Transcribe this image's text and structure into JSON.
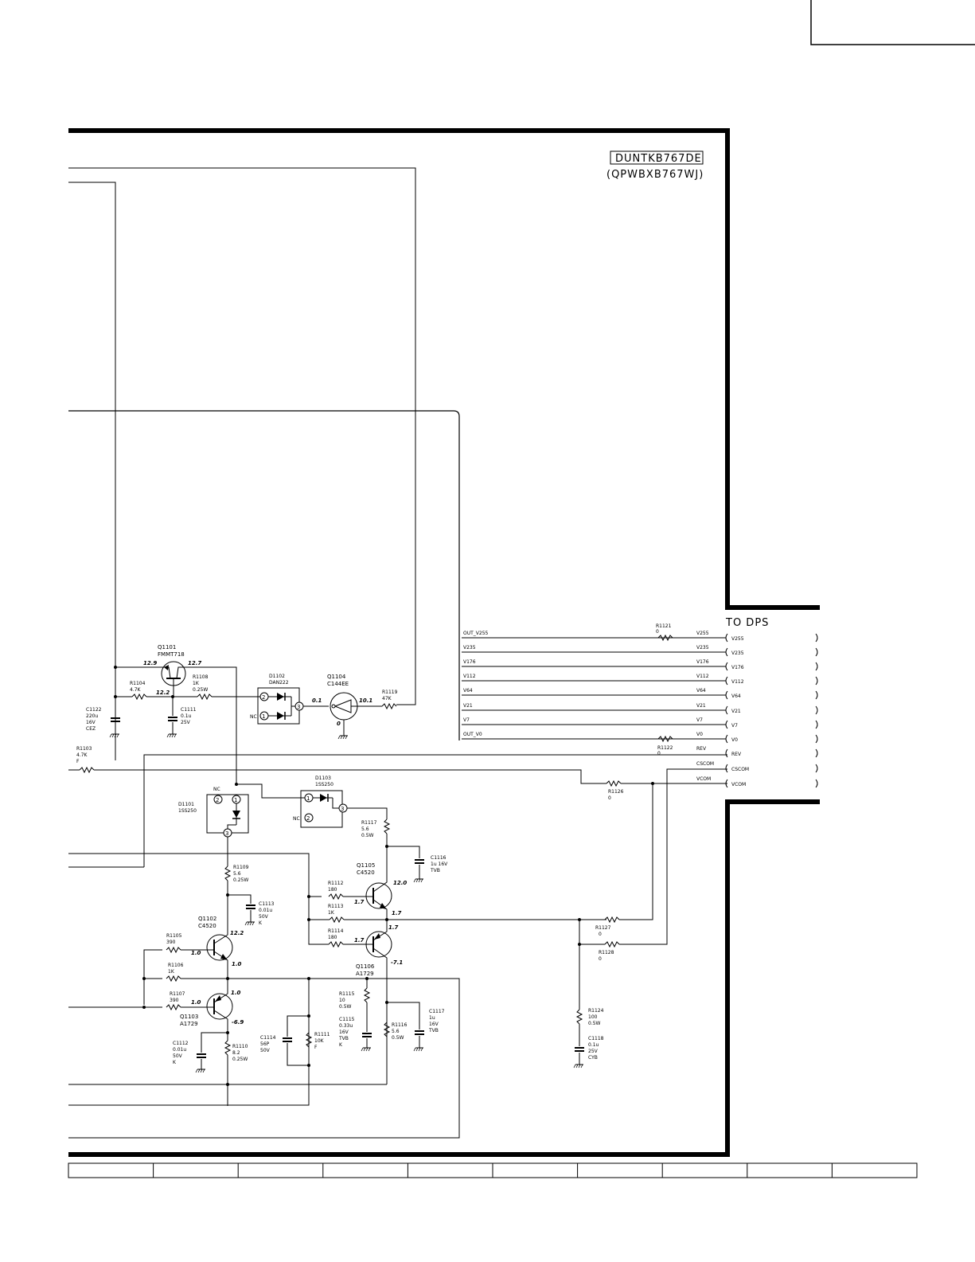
{
  "board": {
    "name": "DUNTKB767DE",
    "part": "(QPWBXB767WJ)"
  },
  "connector": {
    "title": "TO DPS",
    "pins": [
      {
        "net_left": "OUT_V255",
        "net_right": "V255",
        "pin": "V255"
      },
      {
        "net_left": "V235",
        "net_right": "V235",
        "pin": "V235"
      },
      {
        "net_left": "V176",
        "net_right": "V176",
        "pin": "V176"
      },
      {
        "net_left": "V112",
        "net_right": "V112",
        "pin": "V112"
      },
      {
        "net_left": "V64",
        "net_right": "V64",
        "pin": "V64"
      },
      {
        "net_left": "V21",
        "net_right": "V21",
        "pin": "V21"
      },
      {
        "net_left": "V7",
        "net_right": "V7",
        "pin": "V7"
      },
      {
        "net_left": "OUT_V0",
        "net_right": "V0",
        "pin": "V0"
      },
      {
        "net_left": "",
        "net_right": "REV",
        "pin": "REV"
      },
      {
        "net_left": "",
        "net_right": "CSCOM",
        "pin": "CSCOM"
      },
      {
        "net_left": "",
        "net_right": "VCOM",
        "pin": "VCOM"
      }
    ]
  },
  "resistors": {
    "r1121": [
      "R1121",
      "0"
    ],
    "r1122": [
      "R1122",
      "0"
    ],
    "r1126": [
      "R1126",
      "0"
    ],
    "r1103": [
      "R1103",
      "4.7K",
      "F"
    ],
    "r1104": [
      "R1104",
      "4.7K"
    ],
    "r1108": [
      "R1108",
      "1K",
      "0.25W"
    ],
    "r1119": [
      "R1119",
      "47K"
    ],
    "r1117": [
      "R1117",
      "5.6",
      "0.5W"
    ],
    "r1109": [
      "R1109",
      "5.6",
      "0.25W"
    ],
    "r1112": [
      "R1112",
      "180"
    ],
    "r1113": [
      "R1113",
      "1K"
    ],
    "r1114": [
      "R1114",
      "180"
    ],
    "r1105": [
      "R1105",
      "390"
    ],
    "r1106": [
      "R1106",
      "1K"
    ],
    "r1107": [
      "R1107",
      "390"
    ],
    "r1110": [
      "R1110",
      "8.2",
      "0.25W"
    ],
    "r1111": [
      "R1111",
      "10K",
      "F"
    ],
    "r1115": [
      "R1115",
      "10",
      "0.5W"
    ],
    "r1116": [
      "R1116",
      "5.6",
      "0.5W"
    ],
    "r1127": [
      "R1127",
      "0"
    ],
    "r1128": [
      "R1128",
      "0"
    ],
    "r1124": [
      "R1124",
      "100",
      "0.5W"
    ]
  },
  "capacitors": {
    "c1122": [
      "C1122",
      "220u",
      "16V",
      "CEZ"
    ],
    "c1111": [
      "C1111",
      "0.1u",
      "25V"
    ],
    "c1116": [
      "C1116",
      "1u 16V",
      "TVB"
    ],
    "c1113": [
      "C1113",
      "0.01u",
      "50V",
      "K"
    ],
    "c1112": [
      "C1112",
      "0.01u",
      "50V",
      "K"
    ],
    "c1114": [
      "C1114",
      "56P",
      "50V"
    ],
    "c1115": [
      "C1115",
      "0.33u",
      "16V",
      "TVB",
      "K"
    ],
    "c1117": [
      "C1117",
      "1u",
      "16V",
      "TVB"
    ],
    "c1118": [
      "C1118",
      "0.1u",
      "25V",
      "CYB"
    ]
  },
  "transistors": {
    "q1101": [
      "Q1101",
      "FMMT718"
    ],
    "q1104": [
      "Q1104",
      "C144EE"
    ],
    "q1105": [
      "Q1105",
      "C4520"
    ],
    "q1102": [
      "Q1102",
      "C4520"
    ],
    "q1106": [
      "Q1106",
      "A1729"
    ],
    "q1103": [
      "Q1103",
      "A1729"
    ]
  },
  "diodes": {
    "d1102": [
      "D1102",
      "DAN222"
    ],
    "d1103": [
      "D1103",
      "1SS250"
    ],
    "d1101": [
      "D1101",
      "1SS250"
    ]
  },
  "pin_labels": {
    "nc": "NC",
    "p1": "1",
    "p2": "2",
    "p3": "3"
  },
  "voltages": {
    "q1101_e": "12.9",
    "q1101_c": "12.7",
    "q1101_b": "12.2",
    "q1104_in": "0.1",
    "q1104_out": "10.1",
    "q1104_gnd": "0",
    "q1105_c": "12.0",
    "q1105_b": "1.7",
    "q1105_e": "1.7",
    "q1106_e": "1.7",
    "q1106_b": "1.7",
    "q1106_c": "-7.1",
    "q1102_c": "12.2",
    "q1102_b": "1.0",
    "q1102_e": "1.0",
    "q1103_e": "1.0",
    "q1103_b": "1.0",
    "q1103_c": "-6.9"
  },
  "title_block_cells": 10
}
